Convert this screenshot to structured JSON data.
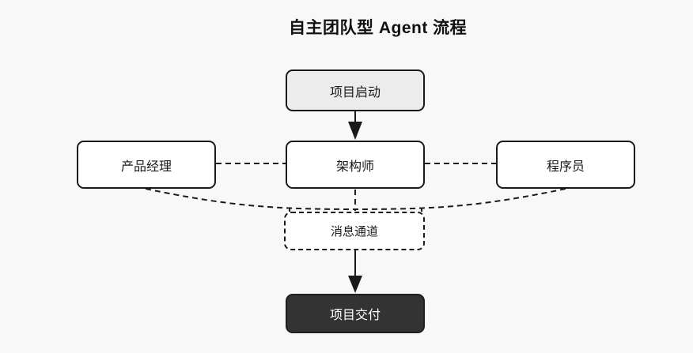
{
  "title": "自主团队型 Agent 流程",
  "diagram": {
    "type": "flowchart",
    "direction": "top-down",
    "nodes": [
      {
        "id": "start",
        "label": "项目启动",
        "style": "light"
      },
      {
        "id": "pm",
        "label": "产品经理",
        "style": "default"
      },
      {
        "id": "architect",
        "label": "架构师",
        "style": "default"
      },
      {
        "id": "programmer",
        "label": "程序员",
        "style": "default"
      },
      {
        "id": "channel",
        "label": "消息通道",
        "style": "dashed-border"
      },
      {
        "id": "delivery",
        "label": "项目交付",
        "style": "dark"
      }
    ],
    "edges": [
      {
        "from": "start",
        "to": "architect",
        "style": "solid-arrow"
      },
      {
        "from": "pm",
        "to": "architect",
        "style": "dashed-line"
      },
      {
        "from": "architect",
        "to": "programmer",
        "style": "dashed-line"
      },
      {
        "from": "pm",
        "to": "channel",
        "style": "dashed-line"
      },
      {
        "from": "architect",
        "to": "channel",
        "style": "dashed-line"
      },
      {
        "from": "programmer",
        "to": "channel",
        "style": "dashed-line"
      },
      {
        "from": "channel",
        "to": "delivery",
        "style": "solid-arrow"
      }
    ]
  },
  "colors": {
    "background": "#f8f8f8",
    "node_border": "#1a1a1a",
    "node_fill_default": "#ffffff",
    "node_fill_light": "#ececec",
    "node_fill_dark": "#333333",
    "text_dark": "#1a1a1a",
    "text_light": "#ffffff",
    "edge": "#1a1a1a"
  }
}
